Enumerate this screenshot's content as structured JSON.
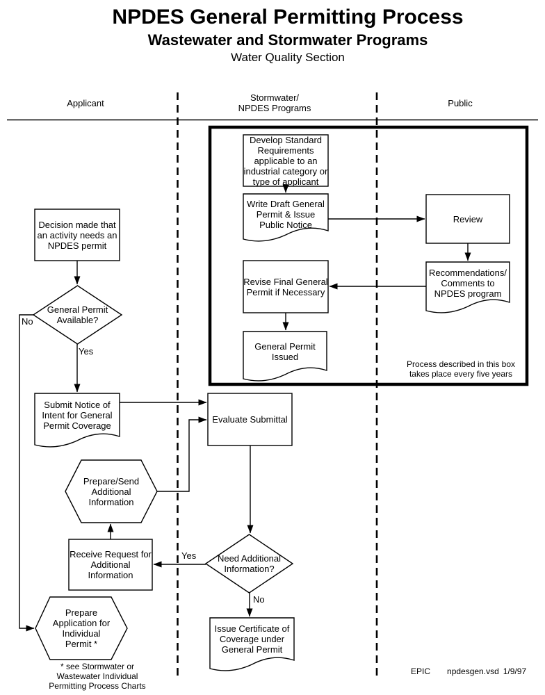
{
  "title": {
    "main": "NPDES General Permitting Process",
    "subtitle": "Wastewater and Stormwater Programs",
    "section": "Water Quality Section"
  },
  "lanes": {
    "applicant": "Applicant",
    "programs": "Stormwater/\nNPDES Programs",
    "public": "Public"
  },
  "nodes": {
    "develop_standard": {
      "type": "process",
      "label": "Develop Standard\nRequirements\napplicable to an\nindustrial category or\ntype of applicant"
    },
    "write_draft": {
      "type": "document",
      "label": "Write Draft General\nPermit & Issue\nPublic Notice"
    },
    "review": {
      "type": "process",
      "label": "Review"
    },
    "recommendations": {
      "type": "document",
      "label": "Recommendations/\nComments to\nNPDES program"
    },
    "revise_final": {
      "type": "process",
      "label": "Revise Final General\nPermit if Necessary"
    },
    "general_permit_issued": {
      "type": "document",
      "label": "General Permit\nIssued"
    },
    "decision_made": {
      "type": "process",
      "label": "Decision made that\nan activity needs an\nNPDES permit"
    },
    "general_permit_available": {
      "type": "decision",
      "label": "General Permit\nAvailable?"
    },
    "submit_noi": {
      "type": "document",
      "label": "Submit Notice of\nIntent for General\nPermit Coverage"
    },
    "evaluate_submittal": {
      "type": "process",
      "label": "Evaluate Submittal"
    },
    "prepare_send_info": {
      "type": "preparation",
      "label": "Prepare/Send\nAdditional\nInformation"
    },
    "receive_request": {
      "type": "process",
      "label": "Receive Request for\nAdditional\nInformation"
    },
    "need_additional_info": {
      "type": "decision",
      "label": "Need Additional\nInformation?"
    },
    "prepare_individual_app": {
      "type": "preparation",
      "label": "Prepare\nApplication for\nIndividual\nPermit *"
    },
    "issue_certificate": {
      "type": "document",
      "label": "Issue Certificate of\nCoverage under\nGeneral Permit"
    }
  },
  "edge_labels": {
    "no_general_permit": "No",
    "yes_general_permit": "Yes",
    "yes_need_info": "Yes",
    "no_need_info": "No"
  },
  "annotations": {
    "five_year_note": "Process described in this box\ntakes place every five years",
    "footnote": "* see Stormwater or\nWastewater Individual\nPermitting Process Charts"
  },
  "footer": {
    "org": "EPIC",
    "file": "npdesgen.vsd",
    "date": "1/9/97"
  },
  "colors": {
    "ink": "#000000",
    "background": "#ffffff"
  }
}
